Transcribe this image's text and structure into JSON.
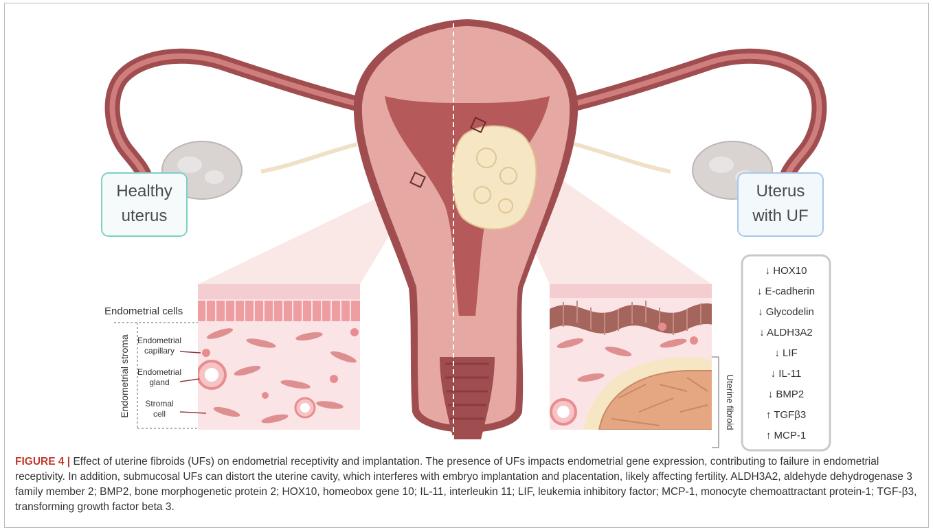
{
  "labels": {
    "healthy_line1": "Healthy",
    "healthy_line2": "uterus",
    "uf_line1": "Uterus",
    "uf_line2": "with UF",
    "endometrial_cells": "Endometrial cells",
    "endometrial_stroma": "Endometrial stroma",
    "capillary_line1": "Endometrial",
    "capillary_line2": "capillary",
    "gland_line1": "Endometrial",
    "gland_line2": "gland",
    "stromal_line1": "Stromal",
    "stromal_line2": "cell",
    "uterine_fibroid": "Uterine fibroid"
  },
  "genes": [
    {
      "arrow": "↓",
      "name": "HOX10"
    },
    {
      "arrow": "↓",
      "name": "E-cadherin"
    },
    {
      "arrow": "↓",
      "name": "Glycodelin"
    },
    {
      "arrow": "↓",
      "name": "ALDH3A2"
    },
    {
      "arrow": "↓",
      "name": "LIF"
    },
    {
      "arrow": "↓",
      "name": "IL-11"
    },
    {
      "arrow": "↓",
      "name": "BMP2"
    },
    {
      "arrow": "↑",
      "name": "TGFβ3"
    },
    {
      "arrow": "↑",
      "name": "MCP-1"
    }
  ],
  "caption": {
    "lead": "FIGURE 4 |",
    "text": " Effect of uterine fibroids (UFs) on endometrial receptivity and implantation. The presence of UFs impacts endometrial gene expression, contributing to failure in endometrial receptivity. In addition, submucosal UFs can distort the uterine cavity, which interferes with embryo implantation and placentation, likely affecting fertility. ALDH3A2, aldehyde dehydrogenase 3 family member 2; BMP2, bone morphogenetic protein 2; HOX10, homeobox gene 10; IL-11, interleukin 11; LIF, leukemia inhibitory factor; MCP-1, monocyte chemoattractant protein-1; TGF-β3, transforming growth factor beta 3."
  },
  "colors": {
    "uterus_outer": "#a04d4f",
    "uterus_wall": "#e5a8a2",
    "cavity": "#b5595a",
    "ovary": "#d9d4d2",
    "fibroid": "#f6e6c3",
    "tissue_bg": "#fbe4e6",
    "cell": "#ee9ea0",
    "uf_cell": "#a4655c",
    "healthy_box": "#7ecfc6",
    "uf_box": "#a9c8e8"
  }
}
